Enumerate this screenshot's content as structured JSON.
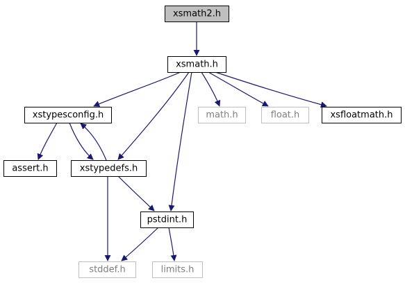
{
  "colors": {
    "edge": "#191970",
    "node_border": "#000000",
    "node_focus_fill": "#bfbfbf",
    "missing_border": "#bfbfbf",
    "missing_text": "#7f7f7f"
  },
  "nodes": [
    {
      "id": "xsmath2",
      "label": "xsmath2.h",
      "style": "focus"
    },
    {
      "id": "xsmath",
      "label": "xsmath.h",
      "style": "solid"
    },
    {
      "id": "xstypesconfig",
      "label": "xstypesconfig.h",
      "style": "solid"
    },
    {
      "id": "math",
      "label": "math.h",
      "style": "missing"
    },
    {
      "id": "float",
      "label": "float.h",
      "style": "missing"
    },
    {
      "id": "xsfloatmath",
      "label": "xsfloatmath.h",
      "style": "solid"
    },
    {
      "id": "assert",
      "label": "assert.h",
      "style": "solid"
    },
    {
      "id": "xstypedefs",
      "label": "xstypedefs.h",
      "style": "solid"
    },
    {
      "id": "pstdint",
      "label": "pstdint.h",
      "style": "solid"
    },
    {
      "id": "stddef",
      "label": "stddef.h",
      "style": "missing"
    },
    {
      "id": "limits",
      "label": "limits.h",
      "style": "missing"
    }
  ],
  "edges": [
    {
      "from": "xsmath2",
      "to": "xsmath"
    },
    {
      "from": "xsmath",
      "to": "xstypesconfig"
    },
    {
      "from": "xsmath",
      "to": "xstypedefs"
    },
    {
      "from": "xsmath",
      "to": "pstdint"
    },
    {
      "from": "xsmath",
      "to": "math"
    },
    {
      "from": "xsmath",
      "to": "float"
    },
    {
      "from": "xsmath",
      "to": "xsfloatmath"
    },
    {
      "from": "xstypesconfig",
      "to": "assert"
    },
    {
      "from": "xstypesconfig",
      "to": "xstypedefs"
    },
    {
      "from": "xstypedefs",
      "to": "xstypesconfig"
    },
    {
      "from": "xstypedefs",
      "to": "pstdint"
    },
    {
      "from": "xstypedefs",
      "to": "stddef"
    },
    {
      "from": "pstdint",
      "to": "stddef"
    },
    {
      "from": "pstdint",
      "to": "limits"
    }
  ]
}
